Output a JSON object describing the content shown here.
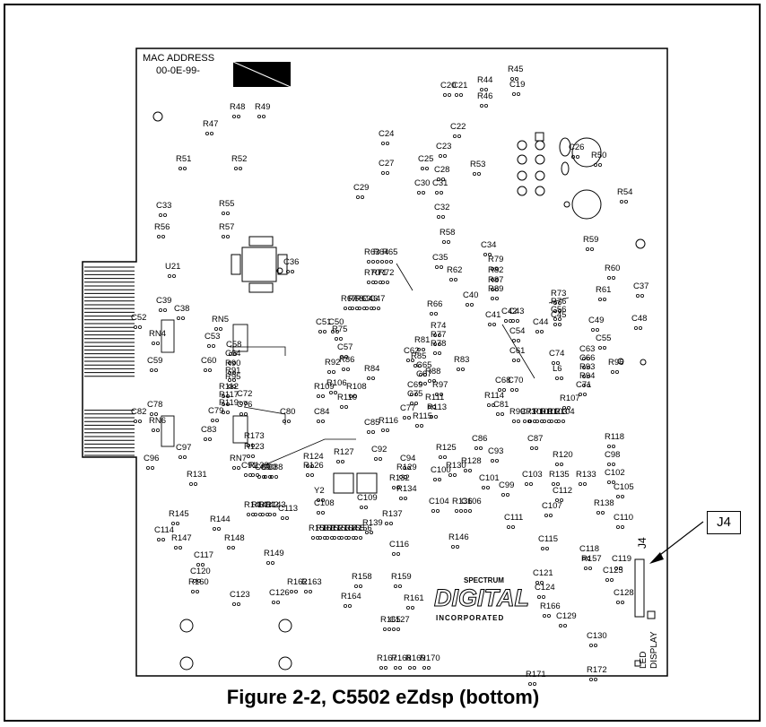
{
  "mac_label_line1": "MAC ADDRESS",
  "mac_label_line2": "00-0E-99-",
  "caption": "Figure 2-2, C5502 eZdsp (bottom)",
  "callout": "J4",
  "logo": {
    "top": "SPECTRUM",
    "main": "DIGITAL",
    "bottom": "INCORPORATED"
  },
  "connector_labels": {
    "j4": "J4",
    "led": "LED",
    "display": "DISPLAY"
  },
  "components": [
    [
      "U21",
      190,
      298
    ],
    [
      "Y2",
      356,
      548
    ],
    [
      "RN5",
      242,
      357
    ],
    [
      "RN4",
      172,
      373
    ],
    [
      "RN6",
      172,
      470
    ],
    [
      "RN7",
      262,
      512
    ],
    [
      "R44",
      538,
      90
    ],
    [
      "R45",
      572,
      78
    ],
    [
      "C19",
      574,
      95
    ],
    [
      "R46",
      538,
      108
    ],
    [
      "C20",
      497,
      96
    ],
    [
      "C21",
      510,
      96
    ],
    [
      "C22",
      508,
      142
    ],
    [
      "C24",
      428,
      150
    ],
    [
      "C23",
      492,
      164
    ],
    [
      "C25",
      472,
      178
    ],
    [
      "C28",
      490,
      190
    ],
    [
      "C27",
      428,
      183
    ],
    [
      "R53",
      530,
      184
    ],
    [
      "C26",
      640,
      165
    ],
    [
      "R50",
      665,
      174
    ],
    [
      "C29",
      400,
      210
    ],
    [
      "C30",
      468,
      205
    ],
    [
      "C31",
      488,
      205
    ],
    [
      "R54",
      694,
      215
    ],
    [
      "C32",
      490,
      232
    ],
    [
      "R47",
      232,
      139
    ],
    [
      "R48",
      262,
      120
    ],
    [
      "R49",
      290,
      120
    ],
    [
      "R51",
      202,
      178
    ],
    [
      "R52",
      264,
      178
    ],
    [
      "C33",
      180,
      230
    ],
    [
      "R55",
      250,
      228
    ],
    [
      "R56",
      178,
      254
    ],
    [
      "R57",
      250,
      254
    ],
    [
      "R58",
      496,
      260
    ],
    [
      "C34",
      542,
      274
    ],
    [
      "R59",
      656,
      268
    ],
    [
      "C35",
      488,
      288
    ],
    [
      "R62",
      504,
      302
    ],
    [
      "R60",
      680,
      300
    ],
    [
      "R61",
      670,
      324
    ],
    [
      "C37",
      712,
      320
    ],
    [
      "C36",
      322,
      293
    ],
    [
      "R70",
      412,
      305
    ],
    [
      "R71",
      420,
      305
    ],
    [
      "R72",
      428,
      305
    ],
    [
      "R63",
      412,
      282
    ],
    [
      "R64",
      422,
      282
    ],
    [
      "R65",
      432,
      282
    ],
    [
      "R79",
      550,
      290
    ],
    [
      "R82",
      550,
      302
    ],
    [
      "R87",
      550,
      313
    ],
    [
      "R89",
      550,
      323
    ],
    [
      "R73",
      620,
      328
    ],
    [
      "R76",
      620,
      337
    ],
    [
      "C56",
      620,
      346
    ],
    [
      "C39",
      180,
      336
    ],
    [
      "C38",
      200,
      345
    ],
    [
      "C52",
      152,
      355
    ],
    [
      "R67",
      386,
      334
    ],
    [
      "R68",
      394,
      334
    ],
    [
      "R69",
      402,
      334
    ],
    [
      "C46",
      410,
      334
    ],
    [
      "C47",
      418,
      334
    ],
    [
      "R66",
      482,
      340
    ],
    [
      "C40",
      522,
      330
    ],
    [
      "C41",
      547,
      352
    ],
    [
      "C42",
      565,
      348
    ],
    [
      "C43",
      573,
      348
    ],
    [
      "C44",
      600,
      360
    ],
    [
      "C45",
      620,
      352
    ],
    [
      "C48",
      710,
      356
    ],
    [
      "C49",
      662,
      358
    ],
    [
      "C51",
      358,
      360
    ],
    [
      "C50",
      372,
      360
    ],
    [
      "R74",
      486,
      364
    ],
    [
      "R75",
      376,
      368
    ],
    [
      "R77",
      486,
      374
    ],
    [
      "C54",
      574,
      370
    ],
    [
      "C55",
      670,
      378
    ],
    [
      "R78",
      486,
      384
    ],
    [
      "C53",
      234,
      376
    ],
    [
      "C59",
      170,
      403
    ],
    [
      "C58",
      258,
      385
    ],
    [
      "C60",
      230,
      403
    ],
    [
      "R81",
      468,
      380
    ],
    [
      "C57",
      382,
      388
    ],
    [
      "R86",
      384,
      402
    ],
    [
      "C62",
      456,
      392
    ],
    [
      "C64",
      257,
      395
    ],
    [
      "R90",
      257,
      406
    ],
    [
      "R91",
      257,
      414
    ],
    [
      "R95",
      257,
      421
    ],
    [
      "R85",
      464,
      398
    ],
    [
      "R83",
      512,
      402
    ],
    [
      "C63",
      652,
      390
    ],
    [
      "C66",
      652,
      400
    ],
    [
      "R93",
      652,
      410
    ],
    [
      "R94",
      652,
      420
    ],
    [
      "R88",
      480,
      415
    ],
    [
      "C61",
      574,
      392
    ],
    [
      "C74",
      618,
      395
    ],
    [
      "L6",
      622,
      412
    ],
    [
      "R84",
      412,
      412
    ],
    [
      "R92",
      368,
      405
    ],
    [
      "R96",
      684,
      405
    ],
    [
      "C65",
      470,
      408
    ],
    [
      "C67",
      470,
      418
    ],
    [
      "R106",
      370,
      428
    ],
    [
      "R97",
      488,
      430
    ],
    [
      "C71",
      648,
      430
    ],
    [
      "C72",
      270,
      440
    ],
    [
      "C68",
      558,
      425
    ],
    [
      "R108",
      392,
      432
    ],
    [
      "R110",
      382,
      444
    ],
    [
      "R109",
      356,
      432
    ],
    [
      "C69",
      460,
      430
    ],
    [
      "C75",
      460,
      440
    ],
    [
      "C70",
      572,
      425
    ],
    [
      "R112",
      250,
      432
    ],
    [
      "R117",
      250,
      441
    ],
    [
      "R119",
      250,
      450
    ],
    [
      "C76",
      270,
      452
    ],
    [
      "C78",
      170,
      452
    ],
    [
      "R111",
      480,
      444
    ],
    [
      "R113",
      482,
      455
    ],
    [
      "R107",
      630,
      445
    ],
    [
      "C80",
      318,
      460
    ],
    [
      "C82",
      152,
      460
    ],
    [
      "C79",
      238,
      459
    ],
    [
      "C84",
      356,
      460
    ],
    [
      "C77",
      452,
      456
    ],
    [
      "R114",
      546,
      442
    ],
    [
      "C81",
      556,
      452
    ],
    [
      "R99",
      574,
      460
    ],
    [
      "C73",
      586,
      460
    ],
    [
      "R100",
      592,
      460
    ],
    [
      "R101",
      600,
      460
    ],
    [
      "R102",
      608,
      460
    ],
    [
      "R103",
      616,
      460
    ],
    [
      "R104",
      624,
      460
    ],
    [
      "R116",
      428,
      470
    ],
    [
      "R115",
      466,
      465
    ],
    [
      "C83",
      230,
      480
    ],
    [
      "R173",
      278,
      487
    ],
    [
      "R123",
      278,
      499
    ],
    [
      "C85",
      412,
      472
    ],
    [
      "C86",
      532,
      490
    ],
    [
      "R118",
      680,
      488
    ],
    [
      "C96",
      166,
      512
    ],
    [
      "C97",
      202,
      500
    ],
    [
      "C89",
      290,
      522
    ],
    [
      "C90",
      297,
      522
    ],
    [
      "C91",
      275,
      520
    ],
    [
      "R122",
      283,
      520
    ],
    [
      "C92",
      420,
      502
    ],
    [
      "R125",
      492,
      500
    ],
    [
      "C93",
      550,
      504
    ],
    [
      "C87",
      594,
      490
    ],
    [
      "C98",
      680,
      508
    ],
    [
      "C88",
      304,
      522
    ],
    [
      "R124",
      344,
      510
    ],
    [
      "R126",
      344,
      520
    ],
    [
      "R128",
      520,
      515
    ],
    [
      "R130",
      503,
      520
    ],
    [
      "C94",
      452,
      512
    ],
    [
      "R127",
      378,
      505
    ],
    [
      "R120",
      622,
      508
    ],
    [
      "C102",
      680,
      528
    ],
    [
      "R131",
      214,
      530
    ],
    [
      "R129",
      448,
      522
    ],
    [
      "C100",
      486,
      525
    ],
    [
      "C101",
      540,
      534
    ],
    [
      "R132",
      440,
      534
    ],
    [
      "C103",
      588,
      530
    ],
    [
      "R135",
      618,
      530
    ],
    [
      "R133",
      648,
      530
    ],
    [
      "C99",
      562,
      542
    ],
    [
      "C105",
      690,
      544
    ],
    [
      "R134",
      448,
      546
    ],
    [
      "C104",
      484,
      560
    ],
    [
      "C106",
      520,
      560
    ],
    [
      "R136",
      510,
      560
    ],
    [
      "C112",
      622,
      548
    ],
    [
      "C110",
      690,
      578
    ],
    [
      "C108",
      356,
      562
    ],
    [
      "C109",
      404,
      556
    ],
    [
      "C107",
      610,
      565
    ],
    [
      "R138",
      668,
      562
    ],
    [
      "R140",
      278,
      564
    ],
    [
      "R141",
      286,
      564
    ],
    [
      "R142",
      294,
      564
    ],
    [
      "R143",
      302,
      564
    ],
    [
      "C113",
      316,
      568
    ],
    [
      "R145",
      194,
      574
    ],
    [
      "R137",
      432,
      574
    ],
    [
      "C111",
      568,
      578
    ],
    [
      "C114",
      178,
      592
    ],
    [
      "R144",
      240,
      580
    ],
    [
      "R139",
      410,
      584
    ],
    [
      "R146",
      506,
      600
    ],
    [
      "R147",
      197,
      601
    ],
    [
      "R148",
      256,
      601
    ],
    [
      "C115",
      606,
      602
    ],
    [
      "C117",
      222,
      620
    ],
    [
      "R149",
      300,
      618
    ],
    [
      "R150",
      350,
      590
    ],
    [
      "R151",
      358,
      590
    ],
    [
      "R152",
      366,
      590
    ],
    [
      "R153",
      374,
      590
    ],
    [
      "R154",
      382,
      590
    ],
    [
      "R155",
      390,
      590
    ],
    [
      "R156",
      398,
      590
    ],
    [
      "C116",
      440,
      608
    ],
    [
      "C118",
      652,
      613
    ],
    [
      "R157",
      654,
      624
    ],
    [
      "C119",
      688,
      624
    ],
    [
      "C121",
      600,
      640
    ],
    [
      "C125",
      678,
      637
    ],
    [
      "C120",
      218,
      638
    ],
    [
      "R158",
      398,
      644
    ],
    [
      "R159",
      442,
      644
    ],
    [
      "R160",
      216,
      650
    ],
    [
      "R162",
      326,
      650
    ],
    [
      "R163",
      342,
      650
    ],
    [
      "C126",
      306,
      662
    ],
    [
      "C124",
      602,
      656
    ],
    [
      "C128",
      690,
      662
    ],
    [
      "C123",
      262,
      664
    ],
    [
      "R164",
      386,
      666
    ],
    [
      "R161",
      456,
      668
    ],
    [
      "R166",
      608,
      677
    ],
    [
      "C129",
      626,
      688
    ],
    [
      "R165",
      430,
      692
    ],
    [
      "C127",
      440,
      692
    ],
    [
      "C130",
      660,
      710
    ],
    [
      "R167",
      426,
      735
    ],
    [
      "R168",
      442,
      735
    ],
    [
      "R169",
      458,
      735
    ],
    [
      "R170",
      474,
      735
    ],
    [
      "R171",
      592,
      753
    ],
    [
      "R172",
      660,
      748
    ]
  ]
}
